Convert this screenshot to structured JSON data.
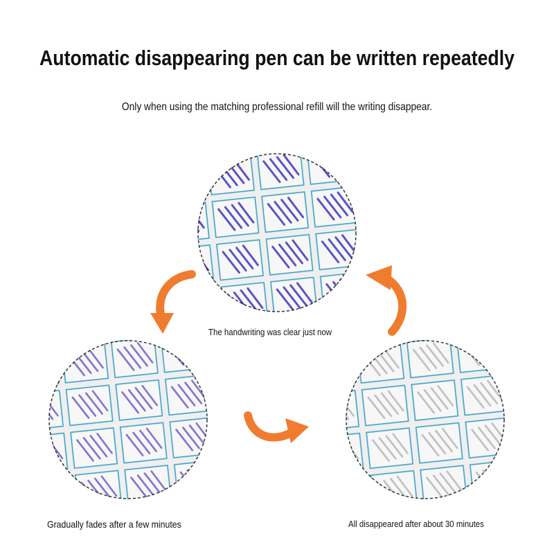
{
  "header": {
    "title": "Automatic disappearing pen can be written repeatedly",
    "subtitle": "Only when using the matching professional refill will the writing disappear."
  },
  "stages": {
    "clear": {
      "caption": "The handwriting was clear just now",
      "ink_color": "#5b4fc4",
      "ink_opacity": 1.0
    },
    "fading": {
      "caption": "Gradually fades after a few minutes",
      "ink_color": "#6a5cc8",
      "ink_opacity": 0.85
    },
    "gone": {
      "caption": "All disappeared after about 30 minutes",
      "ink_color": "#9a9a9a",
      "ink_opacity": 0.6
    }
  },
  "colors": {
    "grid": "#3aa0c8",
    "paper": "#efefef",
    "arrow": "#f07c30",
    "border": "#333333"
  }
}
